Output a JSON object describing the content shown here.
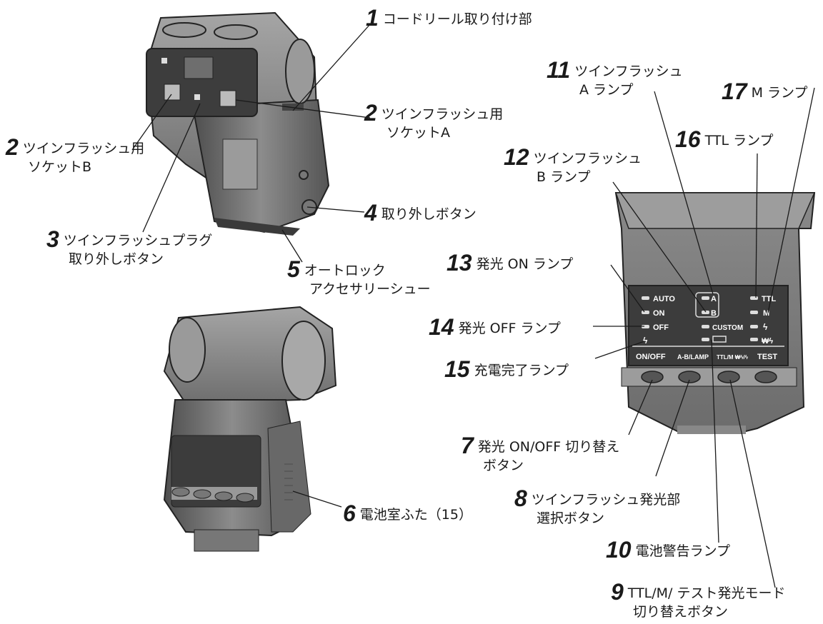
{
  "callouts": [
    {
      "num": "1",
      "line1": "コードリール取り付け部",
      "line2": ""
    },
    {
      "num": "2",
      "line1": "ツインフラッシュ用",
      "line2": "ソケットA"
    },
    {
      "num": "2",
      "line1": "ツインフラッシュ用",
      "line2": "ソケットB"
    },
    {
      "num": "3",
      "line1": "ツインフラッシュプラグ",
      "line2": "取り外しボタン"
    },
    {
      "num": "4",
      "line1": "取り外しボタン",
      "line2": ""
    },
    {
      "num": "5",
      "line1": "オートロック",
      "line2": "アクセサリーシュー"
    },
    {
      "num": "6",
      "line1": "電池室ふた（15）",
      "line2": ""
    },
    {
      "num": "7",
      "line1": "発光 ON/OFF 切り替え",
      "line2": "ボタン"
    },
    {
      "num": "8",
      "line1": "ツインフラッシュ発光部",
      "line2": "選択ボタン"
    },
    {
      "num": "9",
      "line1": "TTL/M/ テスト発光モード",
      "line2": "切り替えボタン"
    },
    {
      "num": "10",
      "line1": "電池警告ランプ",
      "line2": ""
    },
    {
      "num": "11",
      "line1": "ツインフラッシュ",
      "line2": "A ランプ"
    },
    {
      "num": "12",
      "line1": "ツインフラッシュ",
      "line2": "B ランプ"
    },
    {
      "num": "13",
      "line1": "発光 ON ランプ",
      "line2": ""
    },
    {
      "num": "14",
      "line1": "発光 OFF ランプ",
      "line2": ""
    },
    {
      "num": "15",
      "line1": "充電完了ランプ",
      "line2": ""
    },
    {
      "num": "16",
      "line1": "TTL ランプ",
      "line2": ""
    },
    {
      "num": "17",
      "line1": "M ランプ",
      "line2": ""
    }
  ],
  "panel": {
    "auto": "AUTO",
    "on": "ON",
    "off": "OFF",
    "ready": "ϟ",
    "a": "A",
    "b": "B",
    "custom": "CUSTOM",
    "ttl": "TTL",
    "m": "M",
    "flash": "ϟ",
    "multi": "₩ϟ",
    "btn_onoff": "ON/OFF",
    "btn_ab": "A-B/LAMP",
    "btn_ttlm": "TTL/M ₩ϟ/ϟ",
    "btn_test": "TEST"
  },
  "colors": {
    "ink": "#1a1a1a",
    "panel": "#3c3c3c",
    "body_dark": "#5a5a5a",
    "body_mid": "#8a8a8a",
    "body_light": "#b5b5b5"
  }
}
